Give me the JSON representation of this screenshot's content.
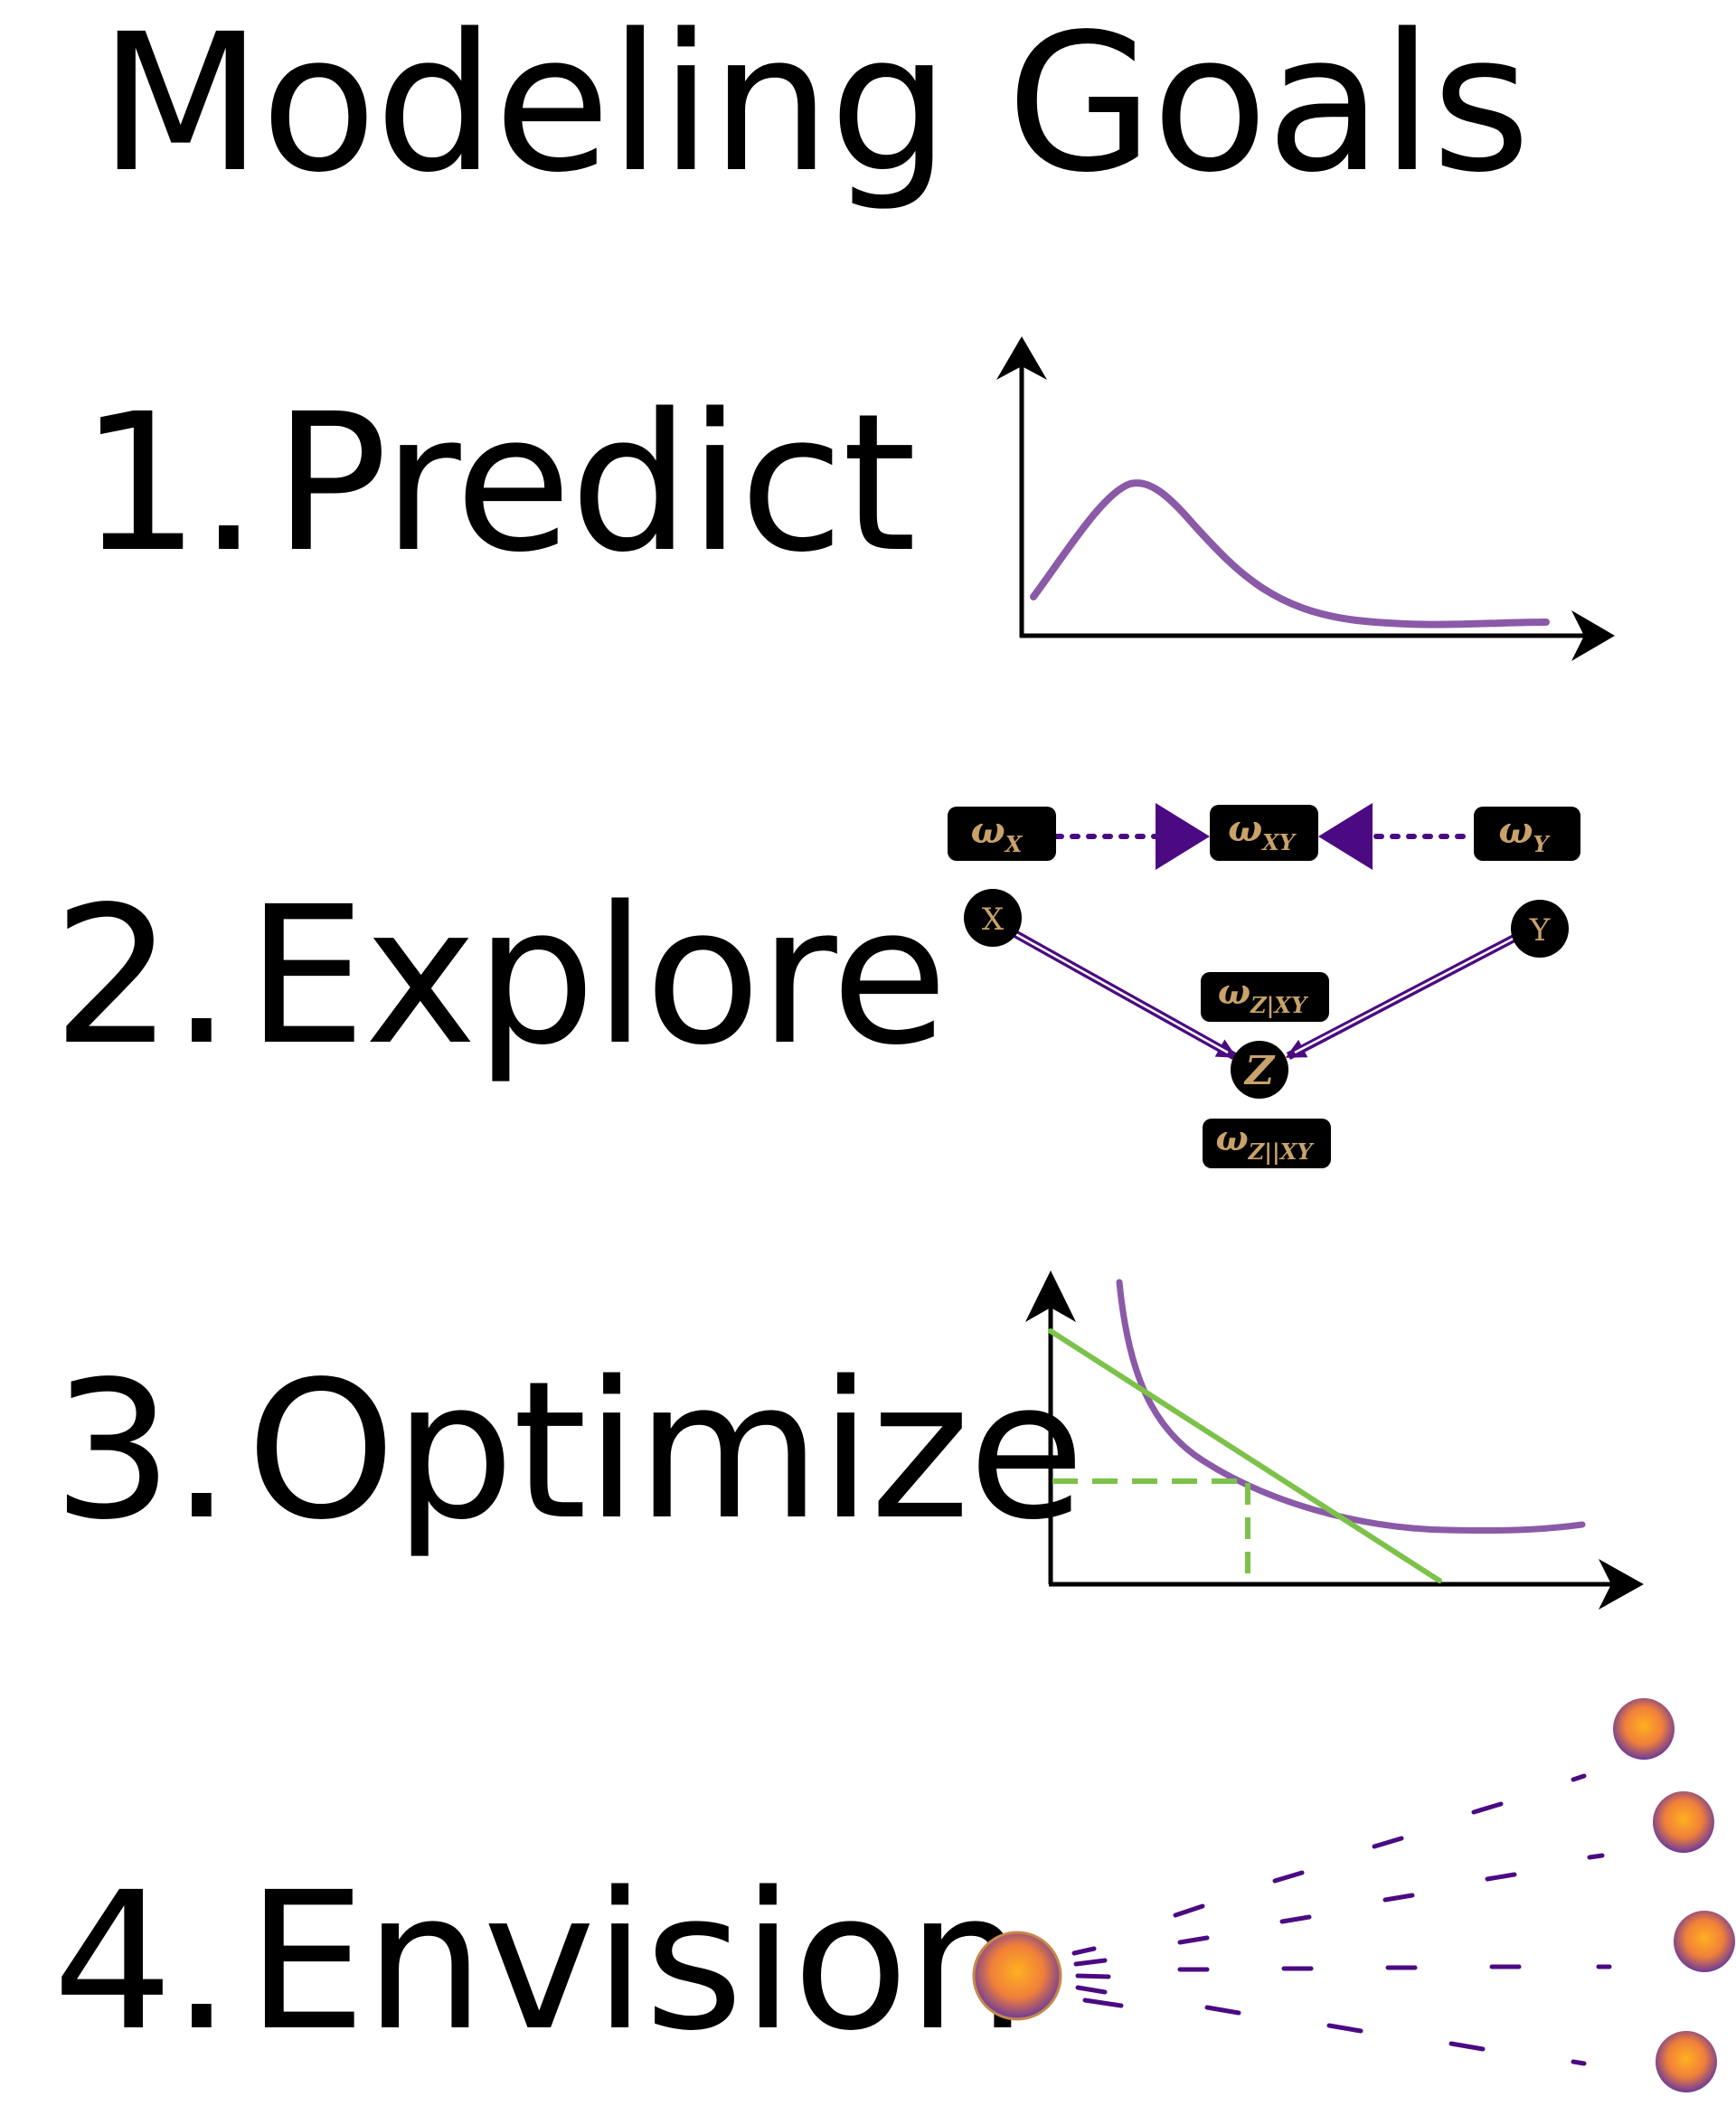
{
  "title": "Modeling Goals",
  "goals": [
    {
      "number": "1.",
      "label": "Predict"
    },
    {
      "number": "2.",
      "label": "Explore"
    },
    {
      "number": "3.",
      "label": "Optimize"
    },
    {
      "number": "4.",
      "label": "Envision"
    }
  ],
  "explore_diagram": {
    "weights": {
      "wx": {
        "symbol": "ω",
        "sub": "X"
      },
      "wxy": {
        "symbol": "ω",
        "sub": "XY"
      },
      "wy": {
        "symbol": "ω",
        "sub": "Y"
      },
      "wz_xy": {
        "symbol": "ω",
        "sub": "Z|XY"
      },
      "wz_ind": {
        "symbol": "ω",
        "sub": "Z||XY"
      }
    },
    "nodes": {
      "x": "X",
      "y": "Y",
      "z": "Z"
    }
  },
  "colors": {
    "curve": "#8a5aa8",
    "arrow_purple": "#4b0a82",
    "line_green": "#7cc24a",
    "weight_box": "#000000",
    "weight_text": "#c9a26a",
    "ball_center": "#f7a32a",
    "ball_edge": "#6b3a9a"
  }
}
